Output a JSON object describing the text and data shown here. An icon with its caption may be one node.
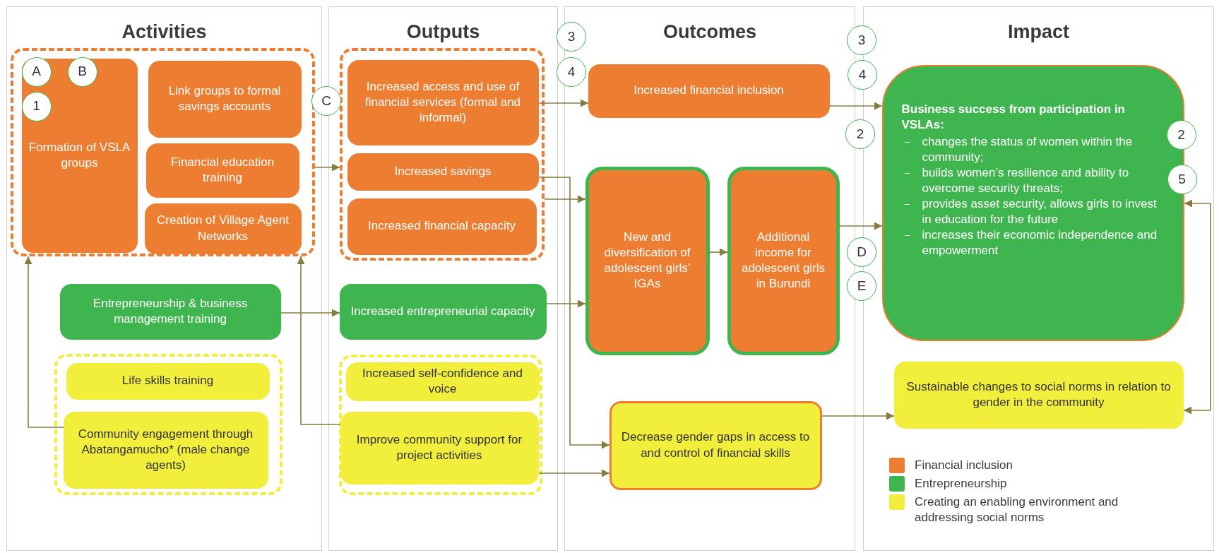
{
  "diagram": {
    "nodes": [
      {
        "text": [
          "Activities"
        ]
      },
      {
        "text": [],
        "shape": "box",
        "in": 0
      },
      {
        "text": [
          "Formation of VSLA groups"
        ],
        "in": 1
      },
      {
        "text": [
          "A"
        ],
        "in": 2
      },
      {
        "text": [
          "B"
        ],
        "in": 2
      },
      {
        "text": [
          "1"
        ],
        "in": 2
      },
      {
        "text": [
          "Link groups to formal savings accounts"
        ],
        "in": 1
      },
      {
        "text": [
          "Financial education training"
        ],
        "in": 1
      },
      {
        "text": [
          "Creation of Village Agent Networks"
        ],
        "in": 1
      },
      {
        "text": [
          "Entrepreneurship & business management training"
        ],
        "in": 0
      },
      {
        "text": [],
        "shape": "box",
        "in": 0
      },
      {
        "text": [
          "Life skills training"
        ],
        "in": 10
      },
      {
        "text": [
          "Community engagement through Abatangamucho* (male change agents)"
        ],
        "in": 10
      },
      {
        "text": [
          "Outputs"
        ]
      },
      {
        "text": [
          "C"
        ]
      },
      {
        "text": [],
        "shape": "box",
        "in": 13
      },
      {
        "text": [
          "Increased access and use of financial services (formal and informal)"
        ],
        "in": 15
      },
      {
        "text": [
          "Increased savings"
        ],
        "in": 15
      },
      {
        "text": [
          "Increased financial capacity"
        ],
        "in": 15
      },
      {
        "text": [
          "Increased entrepreneurial capacity"
        ],
        "in": 13
      },
      {
        "text": [],
        "shape": "box",
        "in": 13
      },
      {
        "text": [
          "Increased self-confidence and voice"
        ],
        "in": 20
      },
      {
        "text": [
          "Improve community support for project activities"
        ],
        "in": 20
      },
      {
        "text": [
          "Outcomes"
        ]
      },
      {
        "text": [
          "3"
        ]
      },
      {
        "text": [
          "4"
        ]
      },
      {
        "text": [
          "Increased financial inclusion"
        ],
        "in": 23
      },
      {
        "text": [
          "New and diversification of adolescent girls’ IGAs"
        ],
        "in": 23
      },
      {
        "text": [
          "Additional income for adolescent girls in Burundi"
        ],
        "in": 23
      },
      {
        "text": [
          "Decrease gender gaps in access to and control of financial skills"
        ],
        "in": 23
      },
      {
        "text": [
          "Impact"
        ]
      },
      {
        "text": [
          "3"
        ]
      },
      {
        "text": [
          "4"
        ]
      },
      {
        "text": [
          "2"
        ]
      },
      {
        "text": [
          "D"
        ]
      },
      {
        "text": [
          "E"
        ]
      },
      {
        "text": [
          "Business success from participation in VSLAs:",
          "changes the status of women within the community;",
          "builds women’s resilience and ability to overcome security threats;",
          "provides asset security, allows girls to invest in education for the future",
          "increases their economic independence and empowerment"
        ],
        "in": 30
      },
      {
        "text": [
          "2"
        ],
        "in": 30
      },
      {
        "text": [
          "5"
        ],
        "in": 30
      },
      {
        "text": [
          "Sustainable changes to social norms in relation to gender in the community"
        ],
        "in": 30
      }
    ],
    "edges": [
      {
        "from": 1,
        "to": 15,
        "arrow": "to"
      },
      {
        "from": 16,
        "to": 26,
        "arrow": "to"
      },
      {
        "from": 17,
        "to": 29,
        "arrow": "to"
      },
      {
        "from": 15,
        "to": 27,
        "arrow": "to"
      },
      {
        "from": 19,
        "to": 27,
        "arrow": "to"
      },
      {
        "from": 27,
        "to": 28,
        "arrow": "to"
      },
      {
        "from": 26,
        "to": 36,
        "arrow": "to"
      },
      {
        "from": 28,
        "to": 36,
        "arrow": "to"
      },
      {
        "from": 29,
        "to": 39,
        "arrow": "to"
      },
      {
        "from": 39,
        "to": 36,
        "arrow": "both"
      },
      {
        "from": 9,
        "to": 19,
        "arrow": "to"
      },
      {
        "from": 12,
        "to": 1,
        "arrow": "to"
      },
      {
        "from": 22,
        "to": 1,
        "arrow": "to"
      },
      {
        "from": 22,
        "to": 29,
        "arrow": "to"
      }
    ],
    "legend": [
      {
        "text": "Financial inclusion",
        "color": "#ed7d31"
      },
      {
        "text": "Entrepreneurship",
        "color": "#3fb54f"
      },
      {
        "text": "Creating an enabling environment and addressing social norms",
        "color": "#f2ee3c"
      }
    ]
  }
}
